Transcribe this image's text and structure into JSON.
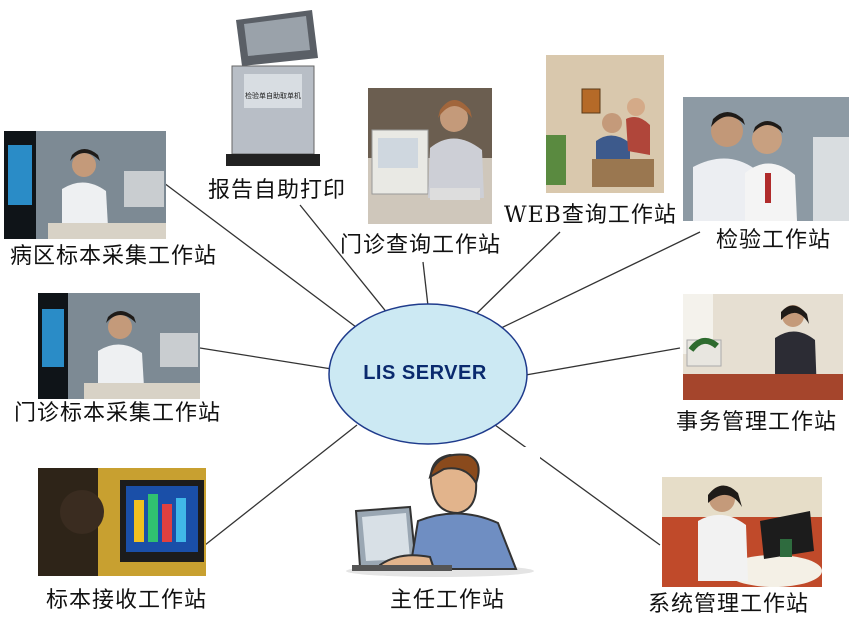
{
  "server": {
    "label": "LIS SERVER",
    "fill": "#cce9f3",
    "stroke": "#1f3b8c"
  },
  "nodes": [
    {
      "id": "report-print",
      "label": "报告自助打印"
    },
    {
      "id": "outpatient-query",
      "label": "门诊查询工作站"
    },
    {
      "id": "web-query",
      "label": "WEB查询工作站"
    },
    {
      "id": "lab-test",
      "label": "检验工作站"
    },
    {
      "id": "ward-sampling",
      "label": "病区标本采集工作站"
    },
    {
      "id": "outpatient-sampling",
      "label": "门诊标本采集工作站"
    },
    {
      "id": "affairs",
      "label": "事务管理工作站"
    },
    {
      "id": "specimen-receive",
      "label": "标本接收工作站"
    },
    {
      "id": "director",
      "label": "主任工作站"
    },
    {
      "id": "system-admin",
      "label": "系统管理工作站"
    }
  ],
  "kiosk_text": "检验单自助取单机"
}
